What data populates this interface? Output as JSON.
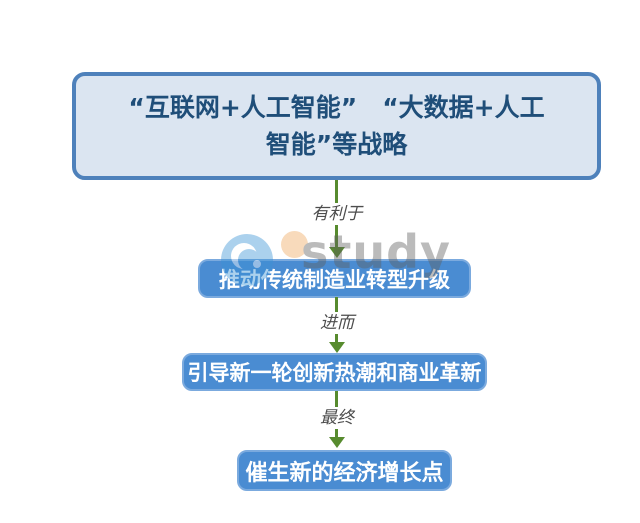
{
  "diagram": {
    "title_box": {
      "lines": [
        "“互联网+人工智能”　“大数据+人工",
        "智能”等战略"
      ]
    },
    "steps": [
      {
        "connector_label": "有利于",
        "text": "推动传统制造业转型升级"
      },
      {
        "connector_label": "进而",
        "text": "引导新一轮创新热潮和商业革新"
      },
      {
        "connector_label": "最终",
        "text": "催生新的经济增长点"
      }
    ],
    "colors": {
      "title_box_fill": "#dbe5f1",
      "title_box_border": "#4e81bb",
      "title_text": "#1f4e79",
      "step_box_fill": "#4a8cd2",
      "step_box_text": "#ffffff",
      "arrow_green": "#578b2e",
      "connector_label_gray": "#4d4d4d"
    }
  },
  "watermark": {
    "text": "study"
  }
}
